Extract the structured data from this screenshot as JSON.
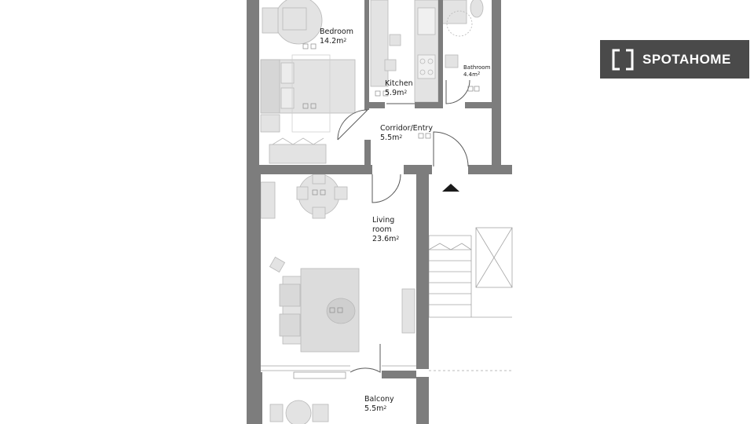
{
  "brand": {
    "name": "SPOTAHOME",
    "logo_icon": "bracket-square-icon",
    "background_color": "#4a4a4a",
    "text_color": "#ffffff"
  },
  "rooms": {
    "bedroom": {
      "name": "Bedroom",
      "area": "14.2m",
      "unit_exp": "2"
    },
    "kitchen": {
      "name": "Kitchen",
      "area": "5.9m",
      "unit_exp": "2"
    },
    "bathroom": {
      "name": "Bathroom",
      "area": "4.4m",
      "unit_exp": "2"
    },
    "corridor": {
      "name": "Corridor/Entry",
      "area": "5.5m",
      "unit_exp": "2"
    },
    "living": {
      "name_line1": "Living",
      "name_line2": "room",
      "area": "23.6m",
      "unit_exp": "2"
    },
    "balcony": {
      "name": "Balcony",
      "area": "5.5m",
      "unit_exp": "2"
    }
  },
  "colors": {
    "wall": "#7d7d7d",
    "furniture": "#dcdcdc",
    "furniture_stroke": "#b5b5b5",
    "fixture_line": "#9a9a9a"
  }
}
